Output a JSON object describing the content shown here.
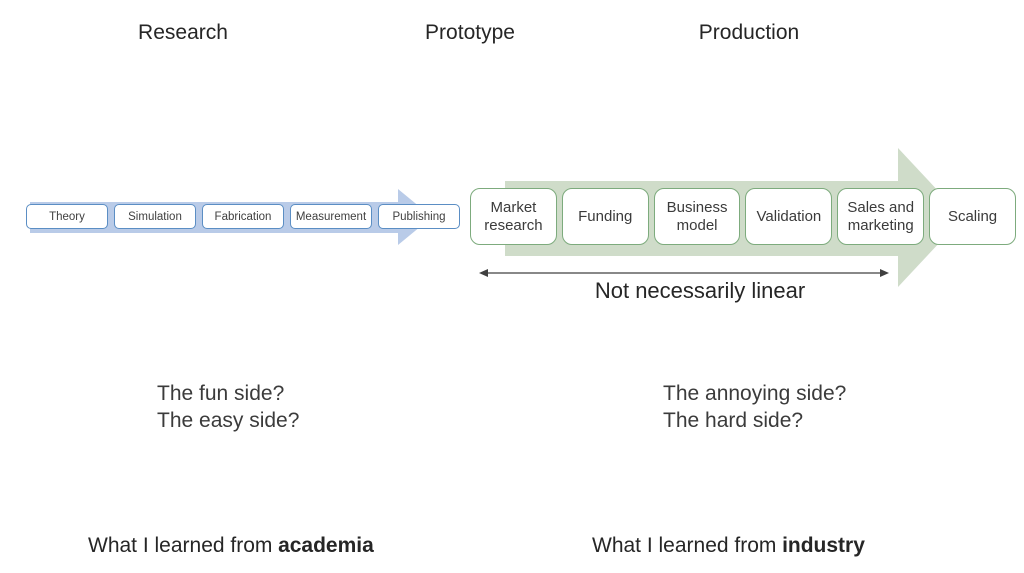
{
  "slide": {
    "stages": {
      "research": "Research",
      "prototype": "Prototype",
      "production": "Production"
    },
    "research_pipeline": {
      "arrow_color": "#b9cbe8",
      "box_border_color": "#5b8ec4",
      "steps": [
        "Theory",
        "Simulation",
        "Fabrication",
        "Measurement",
        "Publishing"
      ]
    },
    "production_pipeline": {
      "arrow_color": "#cfdcc9",
      "box_border_color": "#7dab7d",
      "steps": [
        "Market research",
        "Funding",
        "Business model",
        "Validation",
        "Sales and marketing",
        "Scaling"
      ],
      "note": "Not necessarily linear"
    },
    "questions": {
      "left": [
        "The fun side?",
        "The easy side?"
      ],
      "right": [
        "The annoying side?",
        "The hard side?"
      ]
    },
    "summaries": {
      "left_prefix": "What I learned from",
      "left_emphasis": "academia",
      "right_prefix": "What I learned from",
      "right_emphasis": "industry"
    }
  }
}
